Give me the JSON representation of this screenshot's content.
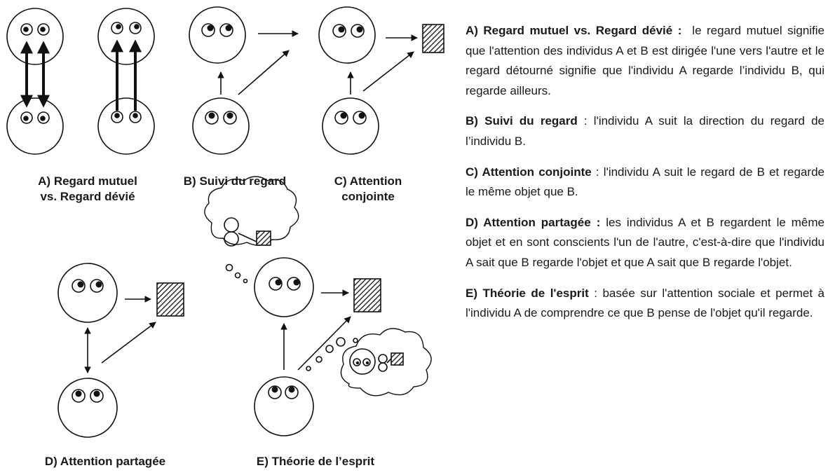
{
  "captions": {
    "a_line1": "A) Regard mutuel",
    "a_line2": "vs. Regard dévié",
    "b": "B) Suivi du regard",
    "c_line1": "C) Attention",
    "c_line2": "conjointe",
    "d": "D) Attention partagée",
    "e": "E) Théorie de l’esprit"
  },
  "paragraphs": {
    "a_title": "A) Regard mutuel vs. Regard dévié :",
    "a_body": "le regard mutuel signifie que l'attention des individus A et B est dirigée l'une vers l'autre et le regard détourné signifie que l'individu A regarde l’individu B, qui regarde ailleurs.",
    "b_title": "B) Suivi du regard",
    "b_body": ": l'individu A suit la direction du regard de l’individu B.",
    "c_title": "C) Attention conjointe",
    "c_body": ": l'individu A suit le regard de B et regarde le même objet que B.",
    "d_title": "D) Attention partagée :",
    "d_body": "les individus A et B regardent le même objet et en sont conscients l'un de l'autre, c'est-à-dire que l'individu A sait que B regarde l'objet et que A sait que B regarde l'objet.",
    "e_title": "E) Théorie de l'esprit",
    "e_body": ": basée sur l'attention sociale et permet à l'individu A de comprendre ce que B pense de l'objet qu'il regarde."
  }
}
